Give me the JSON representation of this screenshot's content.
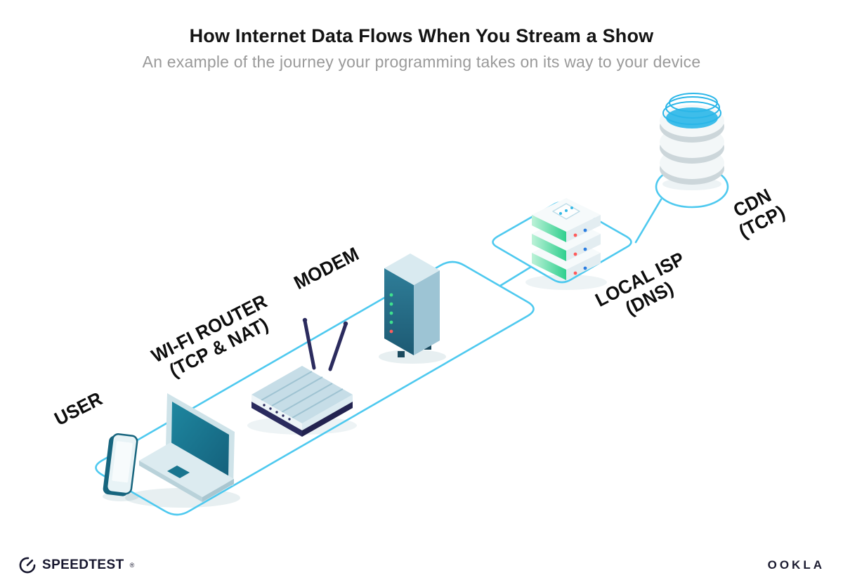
{
  "header": {
    "title": "How Internet Data Flows When You Stream a Show",
    "subtitle": "An example of the journey your programming takes on its way to your device"
  },
  "nodes": [
    {
      "id": "user",
      "lines": [
        "USER"
      ]
    },
    {
      "id": "wifi-router",
      "lines": [
        "WI-FI ROUTER",
        "(TCP & NAT)"
      ]
    },
    {
      "id": "modem",
      "lines": [
        "MODEM"
      ]
    },
    {
      "id": "local-isp",
      "lines": [
        "LOCAL ISP",
        "(DNS)"
      ]
    },
    {
      "id": "cdn",
      "lines": [
        "CDN",
        "(TCP)"
      ]
    }
  ],
  "icons": {
    "speedometer": "speedometer-icon"
  },
  "footer": {
    "speedtest_label": "SPEEDTEST",
    "speedtest_mark": "®",
    "ookla_label": "OOKLA"
  },
  "colors": {
    "flow_line": "#4ec9ef",
    "device_teal": "#19758f",
    "device_navy": "#2b2b5e",
    "server_green": "#2fcf8e",
    "cdn_cyan": "#2ab6e8",
    "title_text": "#141414",
    "subtitle_text": "#9a9a9a"
  }
}
